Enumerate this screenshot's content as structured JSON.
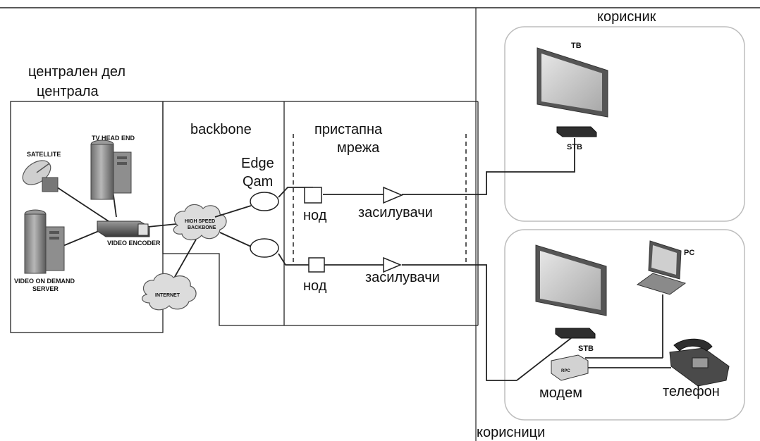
{
  "labels": {
    "central_part": "централен дел",
    "central_office": "централа",
    "backbone": "backbone",
    "access_network_1": "пристапна",
    "access_network_2": "мрежа",
    "edge_qam_1": "Edge",
    "edge_qam_2": "Qam",
    "node": "нод",
    "amplifiers": "засилувачи",
    "user": "корисник",
    "users": "корисници",
    "tv": "ТВ",
    "stb": "STB",
    "pc": "PC",
    "modem": "модем",
    "phone": "телефон",
    "modem_badge": "RPC"
  },
  "equipment_labels": {
    "satellite": "SATELLITE",
    "tv_head_end": "TV HEAD END",
    "video_encoder": "VIDEO ENCODER",
    "vod_server_1": "VIDEO ON DEMAND",
    "vod_server_2": "SERVER",
    "high_speed_backbone_1": "HIGH SPEED",
    "high_speed_backbone_2": "BACKBONE",
    "internet": "INTERNET"
  }
}
